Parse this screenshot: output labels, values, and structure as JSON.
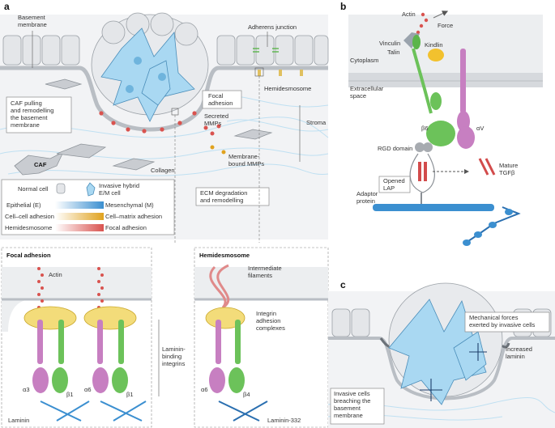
{
  "panels": {
    "a": "a",
    "b": "b",
    "c": "c"
  },
  "colors": {
    "normal_cell": "#e4e6e9",
    "invasive_cell": "#a9d8f2",
    "talin": "#9aa3ad",
    "vinculin": "#5bb54a",
    "kindlin": "#f2c12e",
    "actin": "#d9534f",
    "alpha_integrin": "#c77fc1",
    "beta_integrin": "#6cc25a",
    "laminin": "#3b8fd0",
    "lap": "#d24b4b"
  },
  "panel_a": {
    "basement_membrane": "Basement\nmembrane",
    "adherens_junction": "Adherens junction",
    "hemidesmosome": "Hemidesmosome",
    "focal_adhesion": "Focal\nadhesion",
    "secreted_mmps": "Secreted\nMMPs",
    "stroma": "Stroma",
    "caf_pulling": "CAF pulling\nand remodelling\nthe basement\nmembrane",
    "caf": "CAF",
    "collagen": "Collagen",
    "membrane_mmps": "Membrane-\nbound MMPs",
    "ecm": "ECM degradation\nand remodelling",
    "legend": {
      "normal_cell": "Normal cell",
      "invasive_cell": "Invasive hybrid\nE/M cell",
      "epithelial": "Epithelial (E)",
      "mesenchymal": "Mesenchymal (M)",
      "cell_cell": "Cell–cell adhesion",
      "cell_matrix": "Cell–matrix adhesion",
      "hemidesmosome": "Hemidesmosome",
      "focal_adhesion": "Focal adhesion"
    }
  },
  "inset_focal": {
    "title": "Focal adhesion",
    "actin": "Actin",
    "alpha3": "α3",
    "beta1_a": "β1",
    "alpha6": "α6",
    "beta1_b": "β1",
    "laminin": "Laminin",
    "laminin_binding": "Laminin-\nbinding\nintegrins"
  },
  "inset_hemi": {
    "title": "Hemidesmosome",
    "intermediate": "Intermediate\nfilaments",
    "complexes": "Integrin\nadhesion\ncomplexes",
    "alpha6": "α6",
    "beta4": "β4",
    "laminin332": "Laminin-332"
  },
  "panel_b": {
    "actin": "Actin",
    "force": "Force",
    "vinculin": "Vinculin",
    "kindlin": "Kindlin",
    "talin": "Talin",
    "cytoplasm": "Cytoplasm",
    "extracellular": "Extracellular\nspace",
    "beta6": "β6",
    "alphav": "αV",
    "rgd": "RGD domain",
    "mature": "Mature\nTGFβ",
    "opened_lap": "Opened\nLAP",
    "adaptor": "Adaptor\nprotein"
  },
  "panel_c": {
    "mechanical": "Mechanical forces\nexerted by invasive cells",
    "increased": "Increased\nlaminin",
    "breaching": "Invasive cells\nbreaching the\nbasement\nmembrane"
  }
}
